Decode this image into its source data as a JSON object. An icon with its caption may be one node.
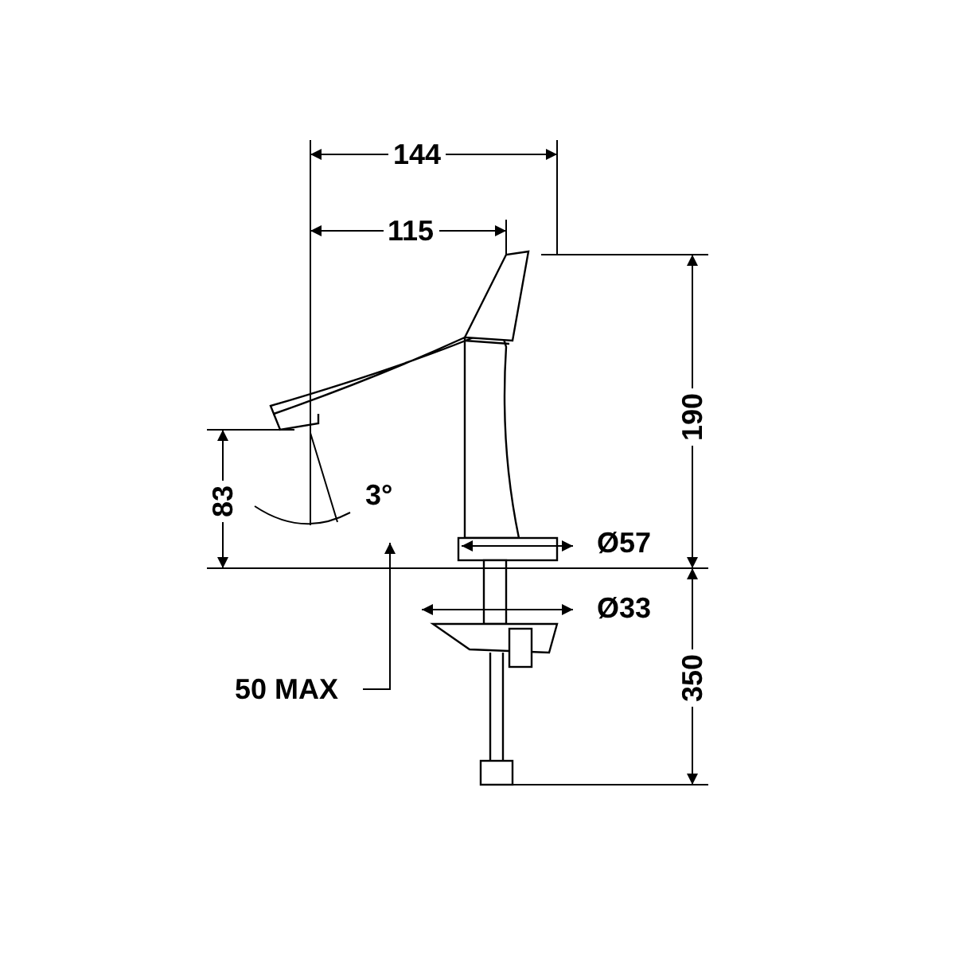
{
  "diagram": {
    "labels": [
      "144",
      "115",
      "190",
      "83",
      "3°",
      "Ø57",
      "Ø33",
      "50 MAX",
      "350"
    ]
  }
}
